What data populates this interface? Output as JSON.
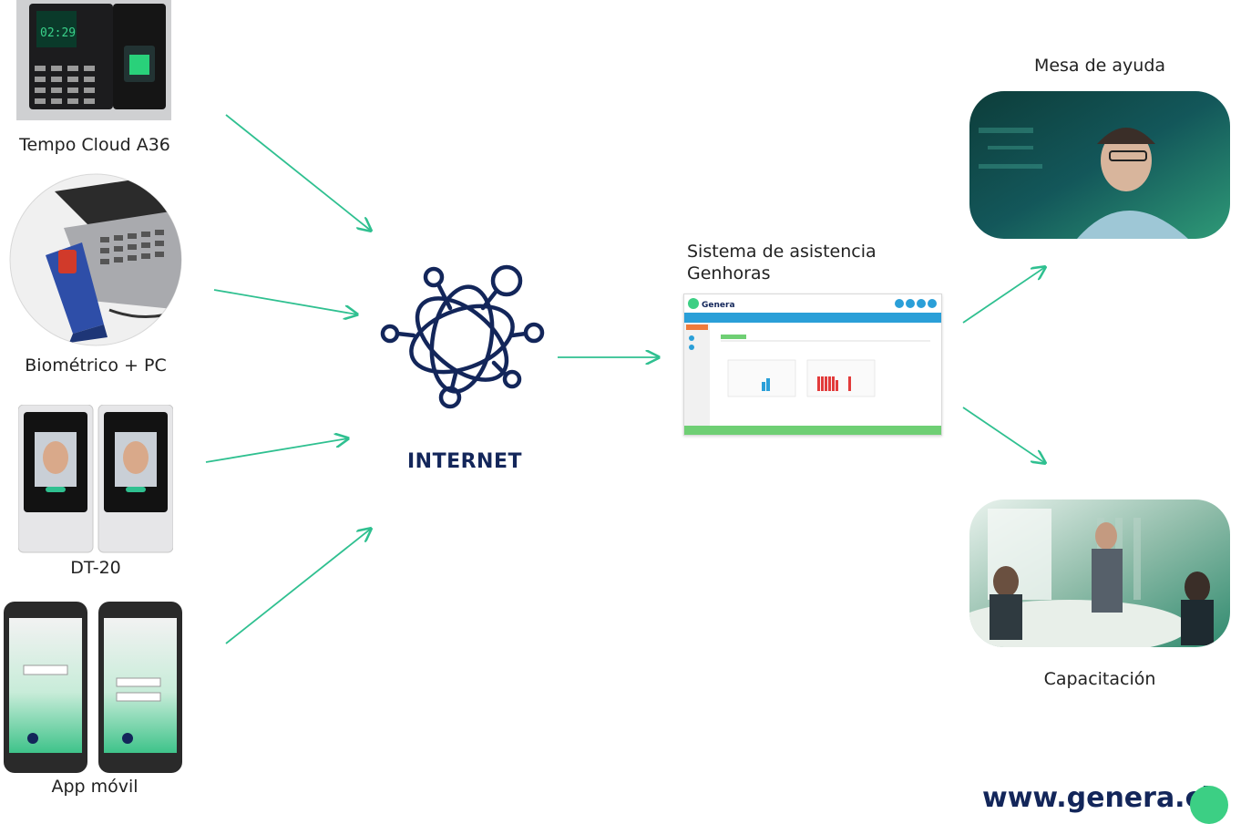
{
  "devices": [
    {
      "label": "Tempo Cloud A36",
      "icon": "fingerprint-terminal-image"
    },
    {
      "label": "Biométrico + PC",
      "icon": "usb-fingerprint-reader-image"
    },
    {
      "label": "DT-20",
      "icon": "face-recognition-terminal-image"
    },
    {
      "label": "App móvil",
      "icon": "mobile-phone-app-image"
    }
  ],
  "internet": {
    "label": "INTERNET",
    "icon": "network-globe-icon"
  },
  "system": {
    "title_line1": "Sistema de asistencia",
    "title_line2": "Genhoras",
    "app_logo_text": "Genera"
  },
  "services": [
    {
      "label": "Mesa de ayuda",
      "icon": "help-desk-photo"
    },
    {
      "label": "Capacitación",
      "icon": "training-photo"
    }
  ],
  "footer": {
    "website": "www.genera.cl"
  },
  "colors": {
    "arrow": "#2fc090",
    "brand_navy": "#13265a",
    "brand_green": "#3ccf84"
  }
}
